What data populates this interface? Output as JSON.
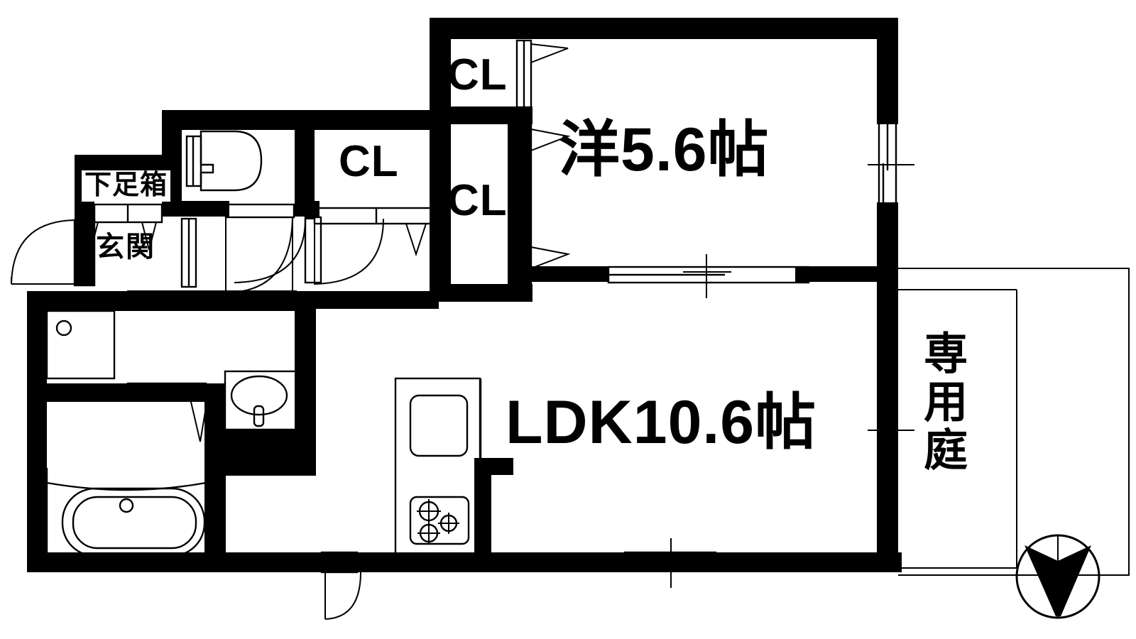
{
  "document": {
    "type": "japanese-floor-plan",
    "title": "間取り図"
  },
  "rooms": [
    {
      "key": "bedroom",
      "label": "洋5.6帖",
      "name": "western-style-room"
    },
    {
      "key": "ldk",
      "label": "LDK10.6帖",
      "name": "living-dining-kitchen"
    },
    {
      "key": "cl1",
      "label": "CL",
      "name": "closet-upper"
    },
    {
      "key": "cl2",
      "label": "CL",
      "name": "closet-middle"
    },
    {
      "key": "cl3",
      "label": "CL",
      "name": "closet-lower"
    },
    {
      "key": "genkan",
      "label": "玄関",
      "name": "entrance"
    },
    {
      "key": "getabako",
      "label": "下足箱",
      "name": "shoe-cabinet"
    },
    {
      "key": "niwa",
      "label": "専用庭",
      "name": "private-garden"
    }
  ],
  "labels": {
    "bedroom": "洋5.6帖",
    "ldk": "LDK10.6帖",
    "cl_top": "CL",
    "cl_mid": "CL",
    "cl_bottom": "CL",
    "genkan": "玄関",
    "getabako": "下足箱",
    "niwa": "専用庭"
  },
  "fixtures": [
    {
      "name": "toilet",
      "label": ""
    },
    {
      "name": "bathtub",
      "label": ""
    },
    {
      "name": "washbasin",
      "label": ""
    },
    {
      "name": "washing-machine-space",
      "label": ""
    },
    {
      "name": "kitchen-sink",
      "label": ""
    },
    {
      "name": "gas-stove-3-burner",
      "label": ""
    }
  ],
  "compass": {
    "name": "compass-rose",
    "direction_indicated": "down"
  },
  "colors": {
    "wall": "#000000",
    "background": "#ffffff",
    "line": "#000000"
  }
}
